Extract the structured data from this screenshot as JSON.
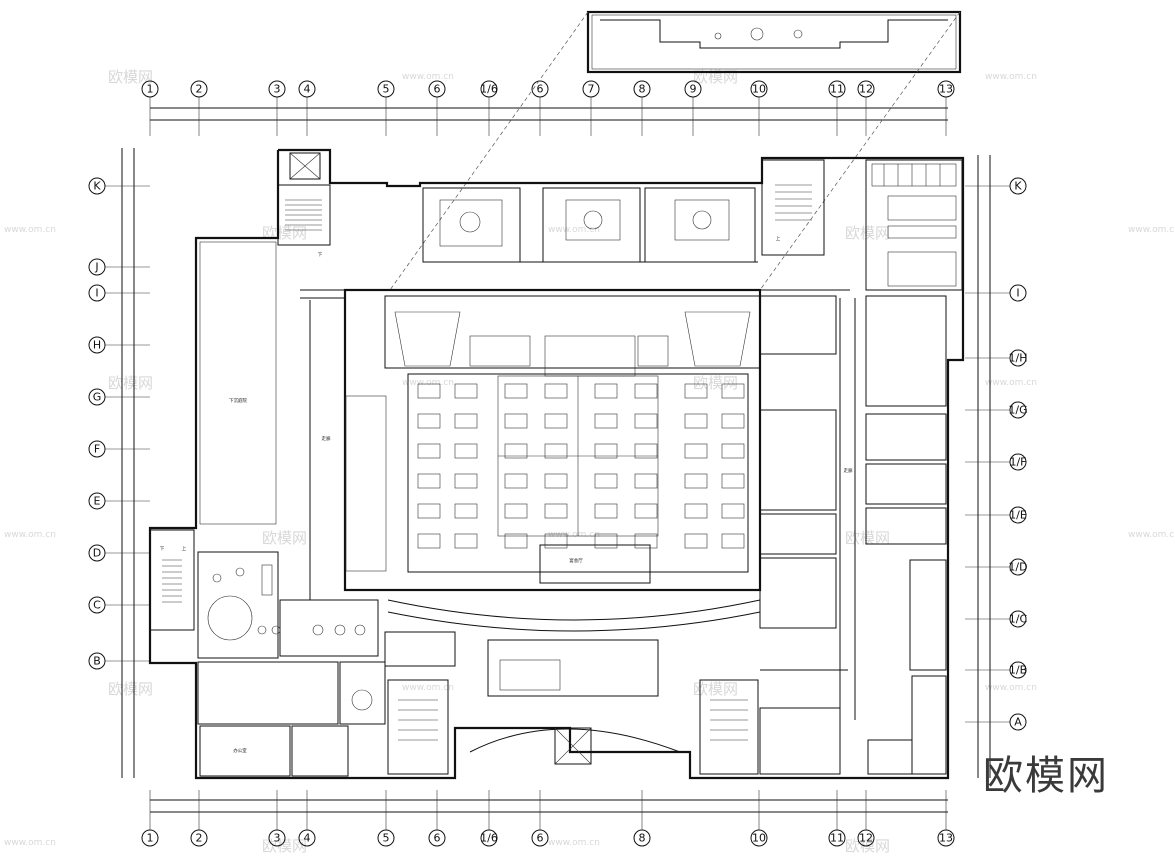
{
  "axes": {
    "top": [
      "1",
      "2",
      "3",
      "4",
      "5",
      "6",
      "1/6",
      "6",
      "7",
      "8",
      "9",
      "10",
      "11",
      "12",
      "13"
    ],
    "bottom": [
      "1",
      "2",
      "3",
      "4",
      "5",
      "6",
      "1/6",
      "6",
      "8",
      "10",
      "11",
      "12",
      "13"
    ],
    "left": [
      "K",
      "J",
      "I",
      "H",
      "G",
      "F",
      "E",
      "D",
      "C",
      "B"
    ],
    "right": [
      "K",
      "I",
      "1/H",
      "1/G",
      "1/F",
      "1/E",
      "1/D",
      "1/C",
      "1/B",
      "A"
    ]
  },
  "rooms": {
    "elevator_hall": "下沉庭院",
    "stair": "上",
    "down": "下",
    "stair_up": "上",
    "large_hall": "宴会厅",
    "corridor": "走廊",
    "office": "办公室"
  },
  "watermarks": {
    "brand": "欧模网",
    "site": "www.om.cn"
  },
  "logo": "欧模网"
}
